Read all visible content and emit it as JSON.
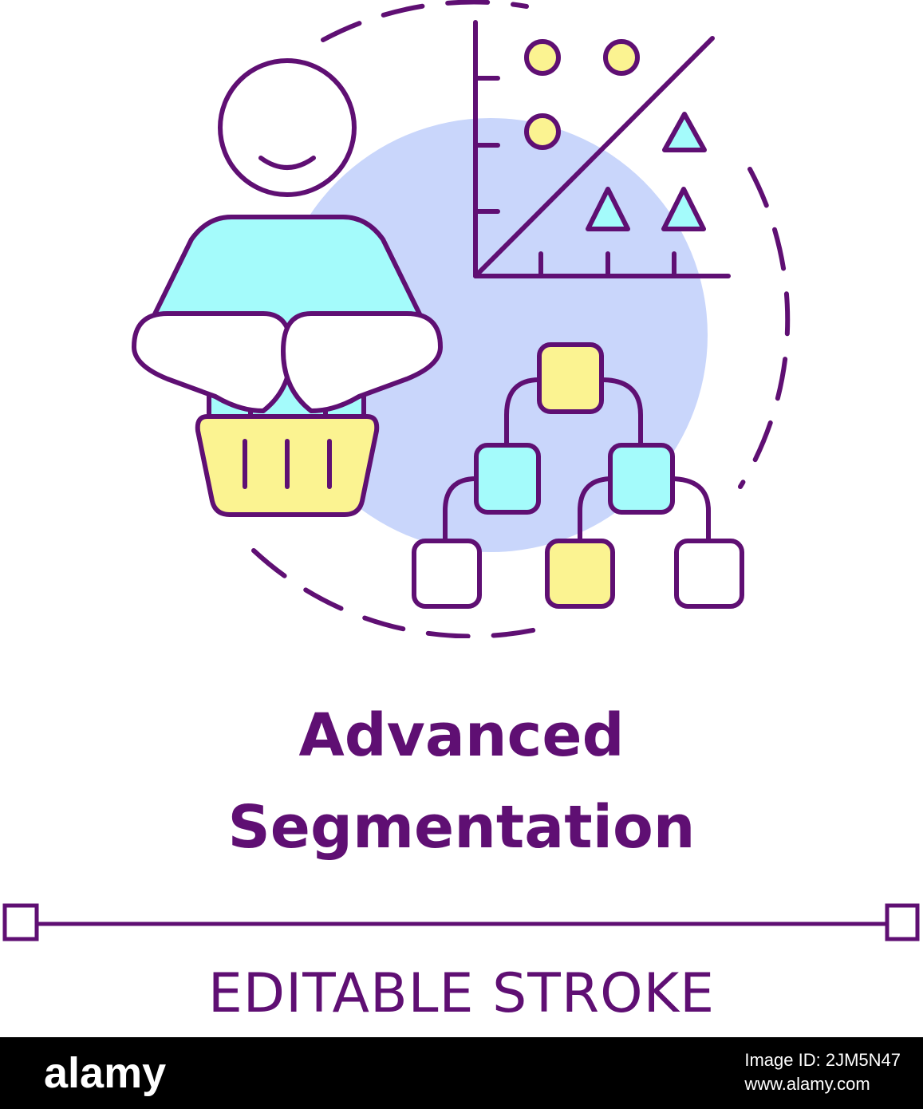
{
  "title": {
    "line1": "Advanced",
    "line2": "Segmentation"
  },
  "editable_label": "EDITABLE STROKE",
  "footer": {
    "logo": "alamy",
    "image_id_label": "Image ID: 2JM5N47",
    "site": "www.alamy.com"
  },
  "colors": {
    "outline": "#5f0f73",
    "background_circle": "#c9d6fb",
    "cyan": "#a4fbfb",
    "yellow": "#fbf391",
    "white": "#ffffff"
  },
  "icons": [
    "customer-with-basket-icon",
    "scatter-plot-icon",
    "decision-tree-icon",
    "dashed-circle-frame"
  ]
}
